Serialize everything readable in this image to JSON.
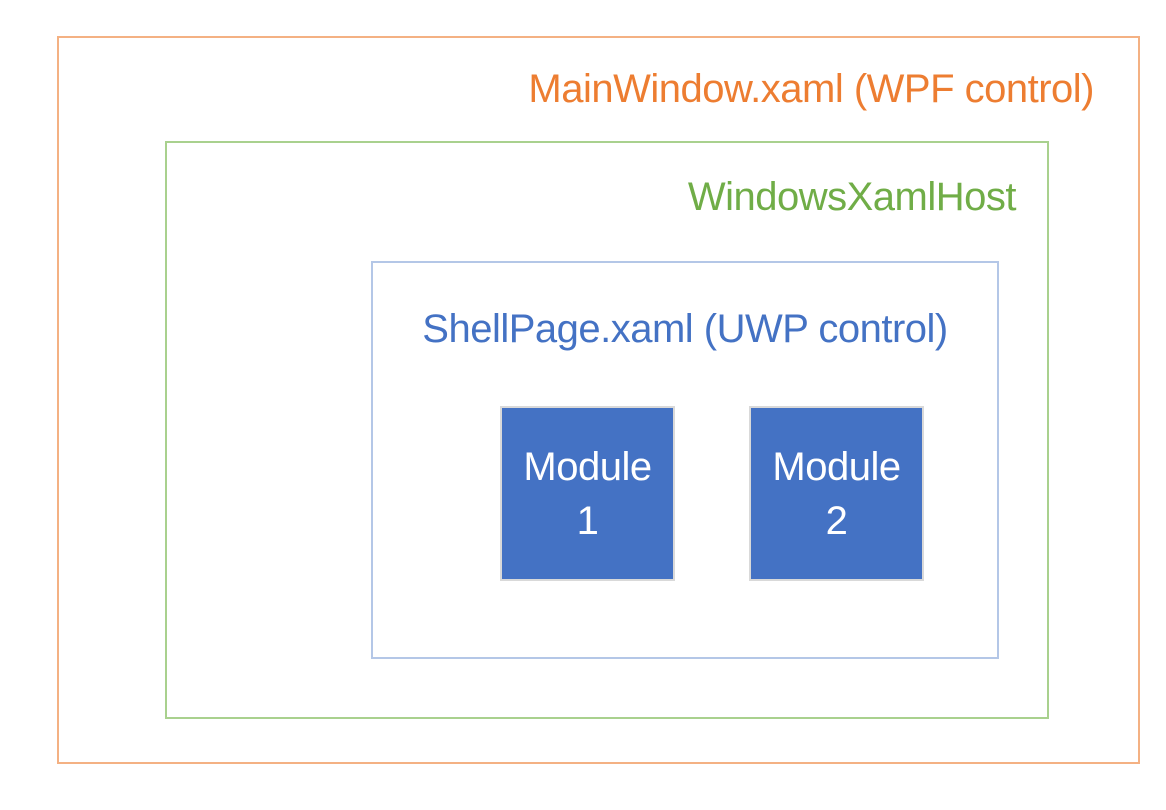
{
  "page": {
    "background_color": "#FFFFFF"
  },
  "diagram": {
    "wpf_window": {
      "label": "MainWindow.xaml (WPF control)",
      "text_color": "#ED7D31",
      "border_color": "#F4B183"
    },
    "xaml_host": {
      "label": "WindowsXamlHost",
      "text_color": "#70AD47",
      "border_color": "#A9D18E"
    },
    "shell_page": {
      "label": "ShellPage.xaml (UWP control)",
      "text_color": "#4472C4",
      "border_color": "#B4C7E7"
    },
    "modules": {
      "fill_color": "#4472C4",
      "border_color": "#D9D9D9",
      "text_color": "#FFFFFF",
      "items": [
        {
          "name": "Module",
          "number": "1"
        },
        {
          "name": "Module",
          "number": "2"
        }
      ]
    }
  }
}
